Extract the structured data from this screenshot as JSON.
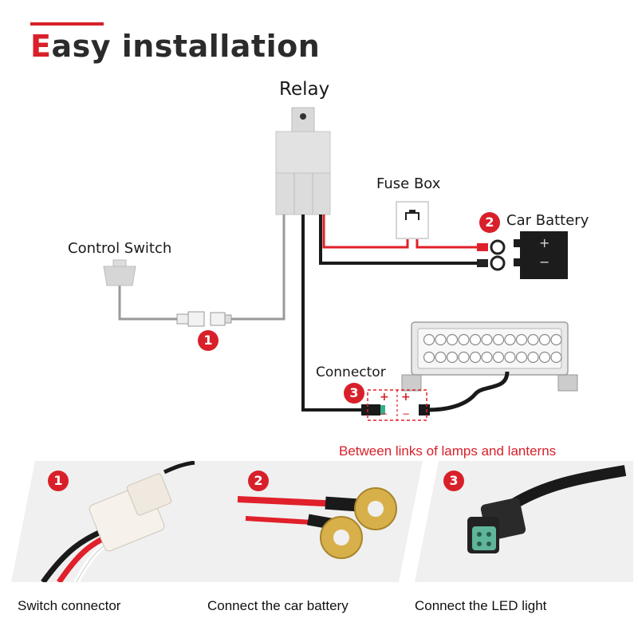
{
  "title": {
    "first_letter": "E",
    "rest": "asy installation"
  },
  "labels": {
    "relay": "Relay",
    "fuse_box": "Fuse Box",
    "car_battery": "Car Battery",
    "control_switch": "Control Switch",
    "connector": "Connector",
    "battery_plus": "+",
    "battery_minus": "−",
    "conn_plus_a": "+",
    "conn_plus_b": "+",
    "conn_minus_a": "−",
    "conn_minus_b": "−"
  },
  "badges": {
    "b1": "1",
    "b2": "2",
    "b3": "3"
  },
  "note": "Between links of lamps and lanterns",
  "photos": [
    {
      "badge": "1",
      "caption": "Switch connector"
    },
    {
      "badge": "2",
      "caption": "Connect the car battery"
    },
    {
      "badge": "3",
      "caption": "Connect the LED light"
    }
  ],
  "colors": {
    "accent_red": "#d8202a",
    "wire_black": "#1a1a1a",
    "wire_red": "#e0202a",
    "wire_grey": "#9a9a9a"
  }
}
